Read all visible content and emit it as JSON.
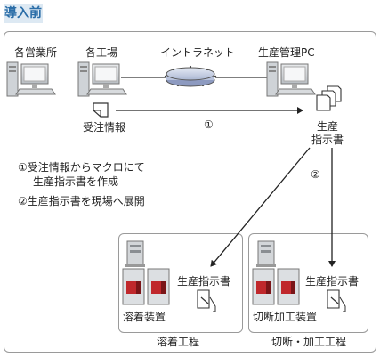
{
  "header": {
    "title": "導入前"
  },
  "nodes": {
    "office_pc": "各営業所",
    "factory_pc": "各工場",
    "intranet": "イントラネット",
    "production_pc": "生産管理PC",
    "order_info": "受注情報",
    "instruction_sheet_line1": "生産",
    "instruction_sheet_line2": "指示書"
  },
  "steps": {
    "step1_marker": "①",
    "step2_marker": "②"
  },
  "notes": [
    {
      "line1": "①受注情報からマクロにて",
      "line2": "生産指示書を作成"
    },
    {
      "line1": "②生産指示書を現場へ展開"
    }
  ],
  "processes": [
    {
      "name": "溶着工程",
      "device": "溶着装置",
      "sheet": "生産指示書"
    },
    {
      "name": "切断・加工工程",
      "device": "切断加工装置",
      "sheet": "生産指示書"
    }
  ]
}
